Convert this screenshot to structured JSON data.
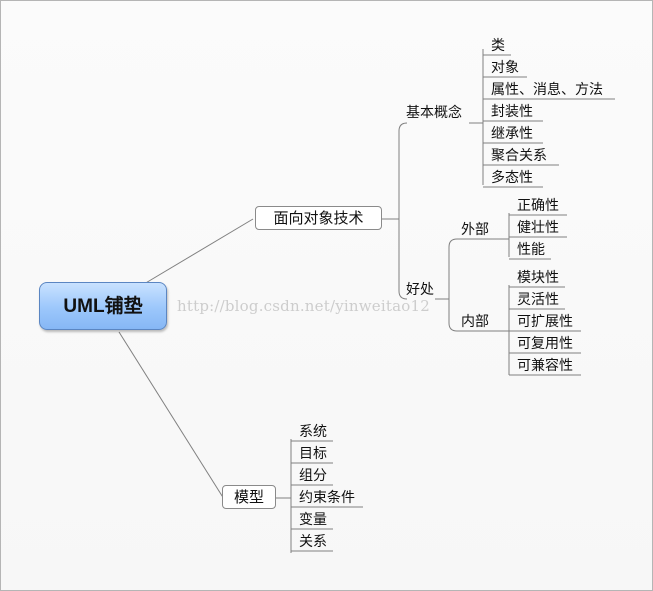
{
  "diagram": {
    "root": "UML铺垫",
    "watermark": "http://blog.csdn.net/yinweitao12",
    "branch_tech": {
      "label": "面向对象技术",
      "basics": {
        "label": "基本概念",
        "items": [
          "类",
          "对象",
          "属性、消息、方法",
          "封装性",
          "继承性",
          "聚合关系",
          "多态性"
        ]
      },
      "benefits": {
        "label": "好处",
        "external": {
          "label": "外部",
          "items": [
            "正确性",
            "健壮性",
            "性能"
          ]
        },
        "internal": {
          "label": "内部",
          "items": [
            "模块性",
            "灵活性",
            "可扩展性",
            "可复用性",
            "可兼容性"
          ]
        }
      }
    },
    "branch_model": {
      "label": "模型",
      "items": [
        "系统",
        "目标",
        "组分",
        "约束条件",
        "变量",
        "关系"
      ]
    }
  }
}
